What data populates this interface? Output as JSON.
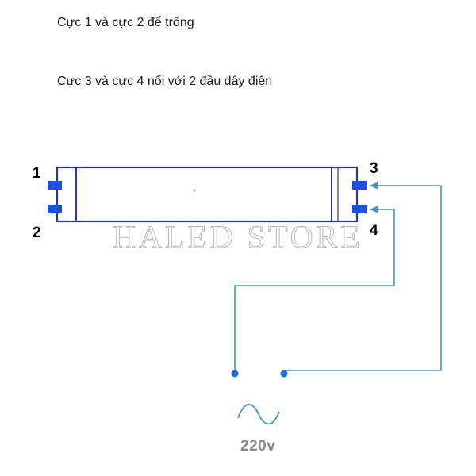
{
  "notes": {
    "line1": "Cực 1 và cực 2 để trống",
    "line2": "Cực 3 và cực 4 nối với 2 đầu dây điện"
  },
  "tube": {
    "terminal_labels": {
      "left_top": "1",
      "left_bottom": "2",
      "right_top": "3",
      "right_bottom": "4"
    },
    "body_color": "#ffffff",
    "outline_color": "#2b3a8f",
    "pin_color": "#1f4fd8"
  },
  "wiring": {
    "line_color": "#4a90c4",
    "node_color": "#1f6fd0",
    "arrow_color": "#4a90c4"
  },
  "supply": {
    "label": "220v",
    "label_color": "#8a8a8a",
    "waveform_color": "#4a90c4"
  },
  "watermark": {
    "text": "HALED STORE"
  }
}
